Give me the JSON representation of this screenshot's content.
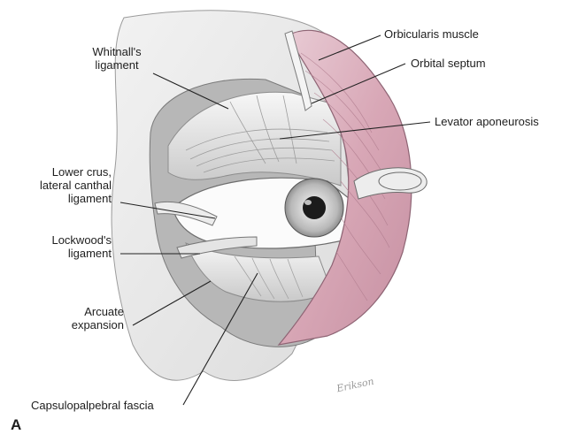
{
  "figure": {
    "panel_letter": "A",
    "signature": "Erikson"
  },
  "labels": {
    "whitnalls": [
      "Whitnall's",
      "ligament"
    ],
    "orbicularis": "Orbicularis muscle",
    "orbital_septum": "Orbital septum",
    "levator": "Levator aponeurosis",
    "lower_crus": [
      "Lower crus,",
      "lateral canthal",
      "ligament"
    ],
    "lockwoods": [
      "Lockwood's",
      "ligament"
    ],
    "arcuate": [
      "Arcuate",
      "expansion"
    ],
    "capsulopalpebral": "Capsulopalpebral fascia"
  }
}
